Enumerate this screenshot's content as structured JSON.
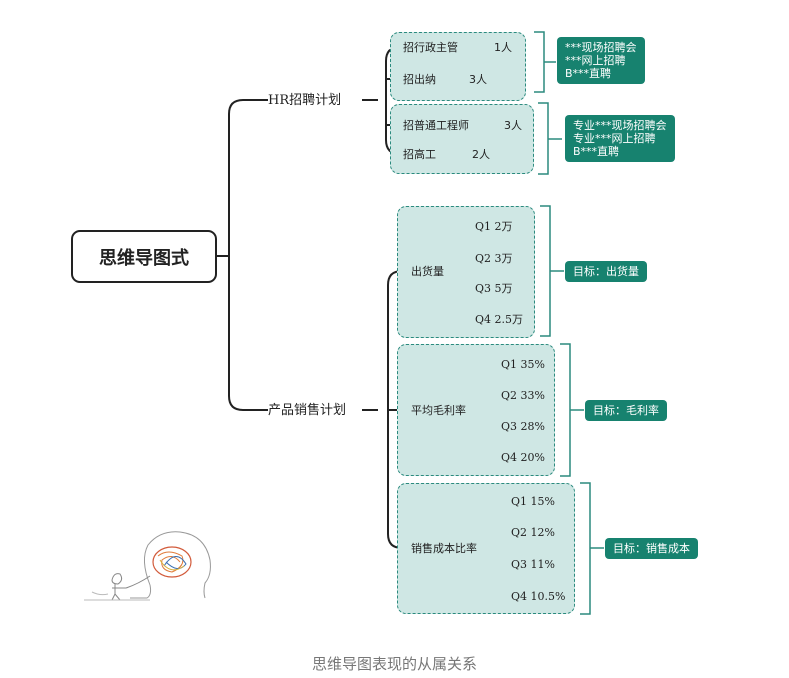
{
  "root": "思维导图式",
  "caption": "思维导图表现的从属关系",
  "colors": {
    "group_fill": "#cfe7e4",
    "group_border": "#2b8a7e",
    "note_fill": "#17826f",
    "line": "#222222"
  },
  "hr": {
    "title": "HR招聘计划",
    "group1": [
      {
        "role": "招行政主管",
        "count": "1人"
      },
      {
        "role": "招出纳",
        "count": "3人"
      }
    ],
    "note1": [
      "***现场招聘会",
      "***网上招聘",
      "B***直聘"
    ],
    "group2": [
      {
        "role": "招普通工程师",
        "count": "3人"
      },
      {
        "role": "招高工",
        "count": "2人"
      }
    ],
    "note2": [
      "专业***现场招聘会",
      "专业***网上招聘",
      "B***直聘"
    ]
  },
  "sales": {
    "title": "产品销售计划",
    "volume": {
      "title": "出货量",
      "items": [
        "Q1 2万",
        "Q2 3万",
        "Q3 5万",
        "Q4 2.5万"
      ],
      "goal": "目标：出货量"
    },
    "margin": {
      "title": "平均毛利率",
      "items": [
        "Q1 35%",
        "Q2 33%",
        "Q3 28%",
        "Q4 20%"
      ],
      "goal": "目标：毛利率"
    },
    "cost": {
      "title": "销售成本比率",
      "items": [
        "Q1 15%",
        "Q2 12%",
        "Q3 11%",
        "Q4 10.5%"
      ],
      "goal": "目标：销售成本"
    }
  }
}
